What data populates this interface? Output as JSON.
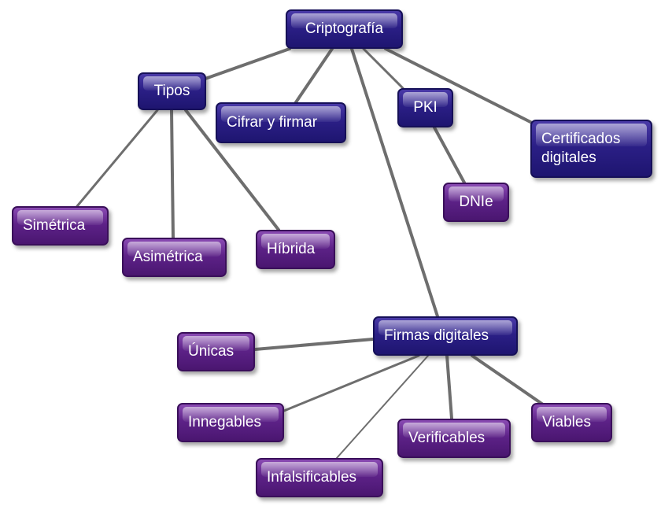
{
  "diagram": {
    "root": "Criptografía",
    "tipos": {
      "label": "Tipos",
      "children": [
        "Simétrica",
        "Asimétrica",
        "Híbrida"
      ]
    },
    "cifrar_firmar": "Cifrar y firmar",
    "pki": {
      "label": "PKI",
      "children": [
        "DNIe"
      ]
    },
    "certificados": "Certificados digitales",
    "firmas": {
      "label": "Firmas digitales",
      "children": [
        "Únicas",
        "Innegables",
        "Infalsificables",
        "Verificables",
        "Viables"
      ]
    }
  },
  "colors": {
    "primary_node": "#2b1f86",
    "secondary_node": "#5d2288",
    "connector": "#6e6e6e"
  }
}
